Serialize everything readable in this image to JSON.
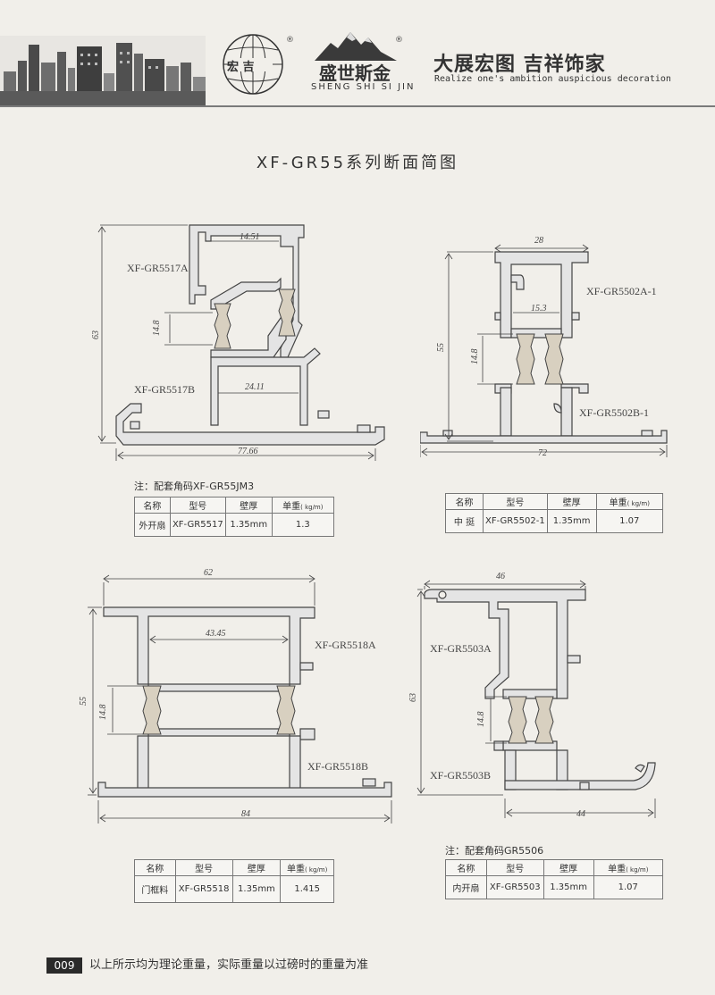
{
  "header": {
    "logo_left_text": "宏 吉",
    "brand_cn": "盛世斯金",
    "brand_en": "SHENG SHI SI JIN",
    "reg_mark": "®",
    "slogan_cn": "大展宏图  吉祥饰家",
    "slogan_en": "Realize one's ambition auspicious decoration"
  },
  "title": "XF-GR55系列断面简图",
  "diagram1": {
    "label_top": "XF-GR5517A",
    "label_bottom": "XF-GR5517B",
    "dim_top": "14.51",
    "dim_mid": "14.8",
    "dim_right": "24.11",
    "dim_height": "63",
    "dim_width": "77.66"
  },
  "diagram2": {
    "label_top": "XF-GR5502A-1",
    "label_bottom": "XF-GR5502B-1",
    "dim_top": "28",
    "dim_inner": "15.3",
    "dim_mid": "14.8",
    "dim_height": "55",
    "dim_width": "72"
  },
  "diagram3": {
    "label_top": "XF-GR5518A",
    "label_bottom": "XF-GR5518B",
    "dim_top": "62",
    "dim_inner": "43.45",
    "dim_mid": "14.8",
    "dim_height": "55",
    "dim_width": "84"
  },
  "diagram4": {
    "label_top": "XF-GR5503A",
    "label_bottom": "XF-GR5503B",
    "dim_top": "46",
    "dim_mid": "14.8",
    "dim_height": "63",
    "dim_width": "44"
  },
  "note1": "注：配套角码XF-GR55JM3",
  "note4": "注：配套角码GR5506",
  "table_headers": {
    "name": "名称",
    "model": "型号",
    "wall": "壁厚",
    "weight": "单重",
    "unit": "( kg/m)"
  },
  "tables": [
    {
      "name": "外开扇",
      "model": "XF-GR5517",
      "wall": "1.35mm",
      "weight": "1.3"
    },
    {
      "name": "中 挺",
      "model": "XF-GR5502-1",
      "wall": "1.35mm",
      "weight": "1.07"
    },
    {
      "name": "门框料",
      "model": "XF-GR5518",
      "wall": "1.35mm",
      "weight": "1.415"
    },
    {
      "name": "内开扇",
      "model": "XF-GR5503",
      "wall": "1.35mm",
      "weight": "1.07"
    }
  ],
  "footer": {
    "page_number": "009",
    "text": "以上所示均为理论重量，实际重量以过磅时的重量为准"
  }
}
